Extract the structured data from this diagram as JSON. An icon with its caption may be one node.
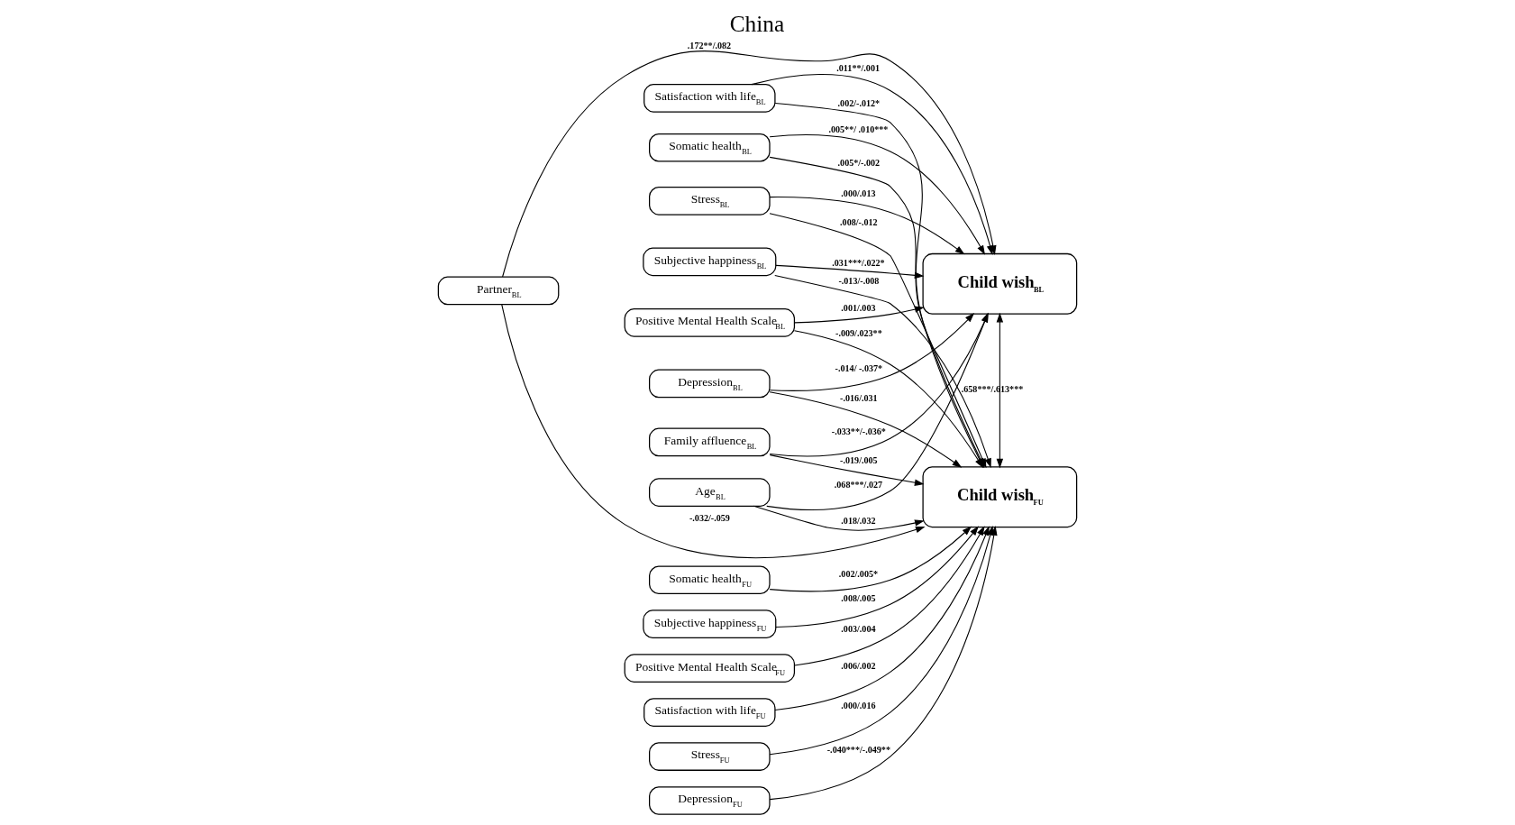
{
  "diagram": {
    "title": "China",
    "nodes": [
      {
        "text": [
          "Somatic health$_{BL}$"
        ]
      },
      {
        "text": [
          "Subjective happiness$_{BL}$"
        ]
      },
      {
        "text": [
          "Positive Mental Health Scale$_{BL}$"
        ]
      },
      {
        "text": [
          "Satisfaction with life$_{BL}$"
        ]
      },
      {
        "text": [
          "Stress$_{BL}$"
        ]
      },
      {
        "text": [
          "Depression$_{BL}$"
        ]
      },
      {
        "text": [
          "Child wish$_{BL}$"
        ]
      },
      {
        "text": [
          "Family affluence$_{BL}$"
        ]
      },
      {
        "text": [
          "Partner$_{BL}$"
        ]
      },
      {
        "text": [
          "Age$_{BL}$"
        ]
      },
      {
        "text": [
          "Child wish$_{FU}$"
        ]
      },
      {
        "text": [
          "Somatic health$_{FU}$"
        ]
      },
      {
        "text": [
          "Subjective happiness$_{FU}$"
        ]
      },
      {
        "text": [
          "Positive Mental Health Scale$_{FU}$"
        ]
      },
      {
        "text": [
          "Satisfaction with life$_{FU}$"
        ]
      },
      {
        "text": [
          "Stress$_{FU}$"
        ]
      },
      {
        "text": [
          "Depression$_{FU}$"
        ]
      }
    ],
    "edges": [
      {
        "from": 0,
        "to": 6,
        "arrow": "to",
        "label": ".005**/ .010***"
      },
      {
        "from": 0,
        "to": 10,
        "arrow": "to",
        "label": ".005*/-.002"
      },
      {
        "from": 1,
        "to": 6,
        "arrow": "to",
        "label": ".031***/.022*"
      },
      {
        "from": 1,
        "to": 10,
        "arrow": "to",
        "label": "-.013/-.008"
      },
      {
        "from": 2,
        "to": 6,
        "arrow": "to",
        "label": ".001/.003"
      },
      {
        "from": 2,
        "to": 10,
        "arrow": "to",
        "label": "-.009/.023**"
      },
      {
        "from": 3,
        "to": 6,
        "arrow": "to",
        "label": ".011**/.001"
      },
      {
        "from": 3,
        "to": 10,
        "arrow": "to",
        "label": ".002/-.012*"
      },
      {
        "from": 4,
        "to": 6,
        "arrow": "to",
        "label": ".000/.013"
      },
      {
        "from": 4,
        "to": 10,
        "arrow": "to",
        "label": ".008/-.012"
      },
      {
        "from": 5,
        "to": 6,
        "arrow": "to",
        "label": "-.014/ -.037*"
      },
      {
        "from": 5,
        "to": 10,
        "arrow": "to",
        "label": "-.016/.031"
      },
      {
        "from": 6,
        "to": 10,
        "arrow": "both",
        "label": ".658***/.613***"
      },
      {
        "from": 7,
        "to": 6,
        "arrow": "to",
        "label": "-.033**/-.036*"
      },
      {
        "from": 7,
        "to": 10,
        "arrow": "to",
        "label": "-.019/.005"
      },
      {
        "from": 8,
        "to": 6,
        "arrow": "to",
        "label": ".172**/.082"
      },
      {
        "from": 8,
        "to": 10,
        "arrow": "to",
        "label": "-.032/-.059"
      },
      {
        "from": 9,
        "to": 6,
        "arrow": "to",
        "label": ".068***/.027"
      },
      {
        "from": 9,
        "to": 10,
        "arrow": "to",
        "label": ".018/.032"
      },
      {
        "from": 11,
        "to": 10,
        "arrow": "to",
        "label": ".002/.005*"
      },
      {
        "from": 12,
        "to": 10,
        "arrow": "to",
        "label": ".008/.005"
      },
      {
        "from": 13,
        "to": 10,
        "arrow": "to",
        "label": ".003/.004"
      },
      {
        "from": 14,
        "to": 10,
        "arrow": "to",
        "label": ".006/.002"
      },
      {
        "from": 15,
        "to": 10,
        "arrow": "to",
        "label": ".000/.016"
      },
      {
        "from": 16,
        "to": 10,
        "arrow": "to",
        "label": "-.040***/-.049**"
      }
    ]
  }
}
